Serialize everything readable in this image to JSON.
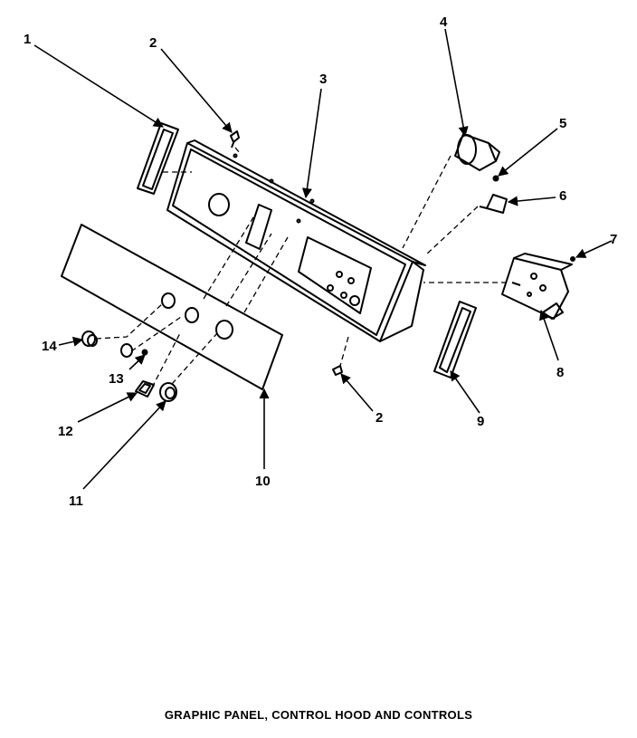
{
  "caption": "GRAPHIC PANEL, CONTROL HOOD AND CONTROLS",
  "callouts": [
    {
      "id": "c1",
      "text": "1"
    },
    {
      "id": "c2a",
      "text": "2"
    },
    {
      "id": "c3",
      "text": "3"
    },
    {
      "id": "c4",
      "text": "4"
    },
    {
      "id": "c5",
      "text": "5"
    },
    {
      "id": "c6",
      "text": "6"
    },
    {
      "id": "c7",
      "text": "7"
    },
    {
      "id": "c8",
      "text": "8"
    },
    {
      "id": "c2b",
      "text": "2"
    },
    {
      "id": "c9",
      "text": "9"
    },
    {
      "id": "c10",
      "text": "10"
    },
    {
      "id": "c11",
      "text": "11"
    },
    {
      "id": "c12",
      "text": "12"
    },
    {
      "id": "c13",
      "text": "13"
    },
    {
      "id": "c14",
      "text": "14"
    }
  ]
}
